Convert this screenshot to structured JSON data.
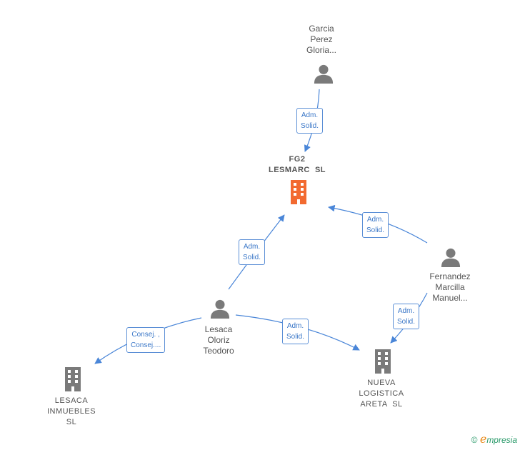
{
  "nodes": {
    "garcia": {
      "lines": [
        "Garcia",
        "Perez",
        "Gloria..."
      ],
      "type": "person"
    },
    "fg2": {
      "lines": [
        "FG2",
        "LESMARC  SL"
      ],
      "type": "company-main"
    },
    "fernandez": {
      "lines": [
        "Fernandez",
        "Marcilla",
        "Manuel..."
      ],
      "type": "person"
    },
    "lesaca_person": {
      "lines": [
        "Lesaca",
        "Oloriz",
        "Teodoro"
      ],
      "type": "person"
    },
    "lesaca_inmuebles": {
      "lines": [
        "LESACA",
        "INMUEBLES",
        "SL"
      ],
      "type": "company"
    },
    "nueva_logistica": {
      "lines": [
        "NUEVA",
        "LOGISTICA",
        "ARETA  SL"
      ],
      "type": "company"
    }
  },
  "edges": [
    {
      "from": "garcia",
      "to": "fg2",
      "label": [
        "Adm.",
        "Solid."
      ]
    },
    {
      "from": "lesaca_person",
      "to": "fg2",
      "label": [
        "Adm.",
        "Solid."
      ]
    },
    {
      "from": "fernandez",
      "to": "fg2",
      "label": [
        "Adm.",
        "Solid."
      ]
    },
    {
      "from": "fernandez",
      "to": "nueva_logistica",
      "label": [
        "Adm.",
        "Solid."
      ]
    },
    {
      "from": "lesaca_person",
      "to": "nueva_logistica",
      "label": [
        "Adm.",
        "Solid."
      ]
    },
    {
      "from": "lesaca_person",
      "to": "lesaca_inmuebles",
      "label": [
        "Consej. ,",
        "Consej...."
      ]
    }
  ],
  "colors": {
    "edge": "#4a86d8",
    "person": "#7a7a7a",
    "company": "#7a7a7a",
    "main_company": "#f26a30"
  },
  "watermark": {
    "symbol": "©",
    "brand_first": "e",
    "brand_rest": "mpresia"
  }
}
